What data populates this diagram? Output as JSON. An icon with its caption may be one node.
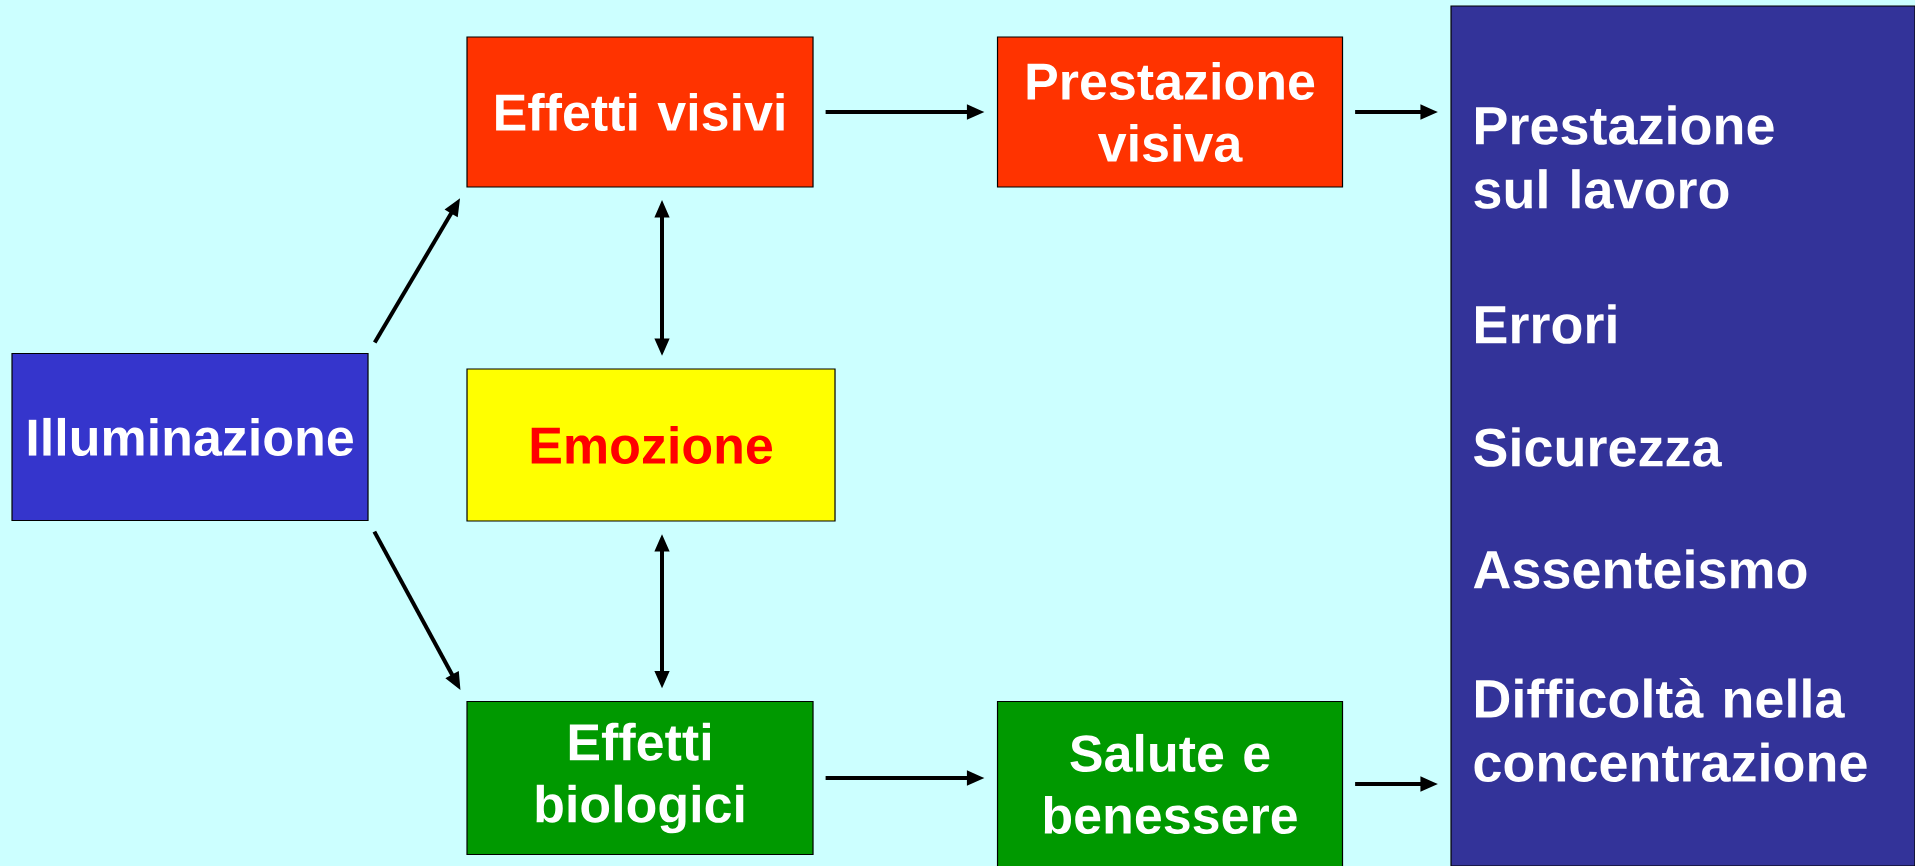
{
  "diagram": {
    "nodes": [
      {
        "text": [
          "Illuminazione"
        ]
      },
      {
        "text": [
          "Effetti visivi"
        ]
      },
      {
        "text": [
          "Prestazione visiva"
        ]
      },
      {
        "text": [
          "Prestazione sul lavoro",
          "Errori",
          "Sicurezza",
          "Assenteismo",
          "Difficoltà nella concentrazione"
        ]
      },
      {
        "text": [
          "Emozione"
        ]
      },
      {
        "text": [
          "Effetti biologici"
        ]
      },
      {
        "text": [
          "Salute e benessere"
        ]
      }
    ],
    "edges": [
      {
        "from": 0,
        "to": 1,
        "arrow": "to"
      },
      {
        "from": 0,
        "to": 5,
        "arrow": "to"
      },
      {
        "from": 1,
        "to": 2,
        "arrow": "to"
      },
      {
        "from": 2,
        "to": 3,
        "arrow": "to"
      },
      {
        "from": 1,
        "to": 4,
        "arrow": "both"
      },
      {
        "from": 4,
        "to": 5,
        "arrow": "both"
      },
      {
        "from": 5,
        "to": 6,
        "arrow": "to"
      },
      {
        "from": 6,
        "to": 3,
        "arrow": "to"
      }
    ]
  }
}
